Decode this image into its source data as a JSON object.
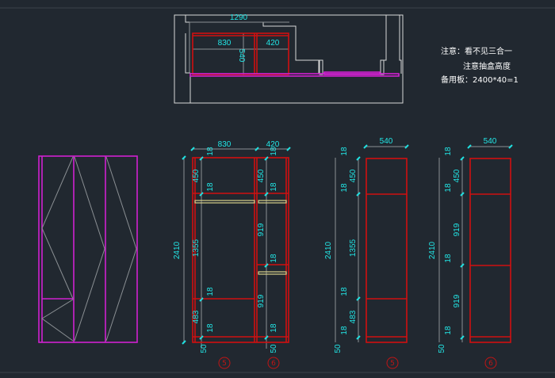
{
  "plan": {
    "overall": "1290",
    "left_width": "830",
    "right_width": "420",
    "depth": "540"
  },
  "notes": {
    "line1": "注意：看不见三合一",
    "line2": "注意抽盒高度",
    "line3": "备用板：2400*40=1"
  },
  "front": {
    "width5": "830",
    "width6": "420",
    "height": "2410",
    "c5": {
      "t1": "18",
      "s1": "450",
      "t2": "18",
      "s2": "1355",
      "t3": "18",
      "s3": "483",
      "t4": "18",
      "plinth": "50",
      "label": "5"
    },
    "c6": {
      "t1": "18",
      "s1": "450",
      "t2": "18",
      "s2": "919",
      "t3": "18",
      "s3": "919",
      "t4": "18",
      "plinth": "50",
      "label": "6"
    }
  },
  "side5": {
    "depth": "540",
    "height": "2410",
    "t1": "18",
    "s1": "450",
    "t2": "18",
    "s2": "1355",
    "t3": "18",
    "s3": "483",
    "t4": "18",
    "plinth": "50",
    "label": "5"
  },
  "side6": {
    "depth": "540",
    "height": "2410",
    "t1": "18",
    "s1": "450",
    "t2": "18",
    "s2": "919",
    "t3": "18",
    "s3": "919",
    "t4": "18",
    "plinth": "50",
    "label": "6"
  }
}
